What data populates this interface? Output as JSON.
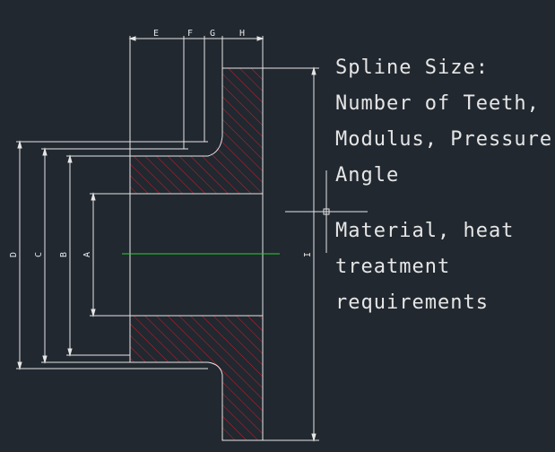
{
  "drawing": {
    "dimension_labels": {
      "A": "A",
      "B": "B",
      "C": "C",
      "D": "D",
      "E": "E",
      "F": "F",
      "G": "G",
      "H": "H",
      "I": "I"
    },
    "notes": {
      "spline": {
        "lines": [
          "Spline Size:",
          "Number of Teeth,",
          "Modulus, Pressure",
          "Angle"
        ]
      },
      "material": {
        "lines": [
          "Material, heat",
          "treatment",
          "requirements"
        ]
      }
    },
    "colors": {
      "background": "#212830",
      "outline": "#e6e6e6",
      "hatch": "#d11a2a",
      "centerline": "#2bd12b"
    }
  }
}
